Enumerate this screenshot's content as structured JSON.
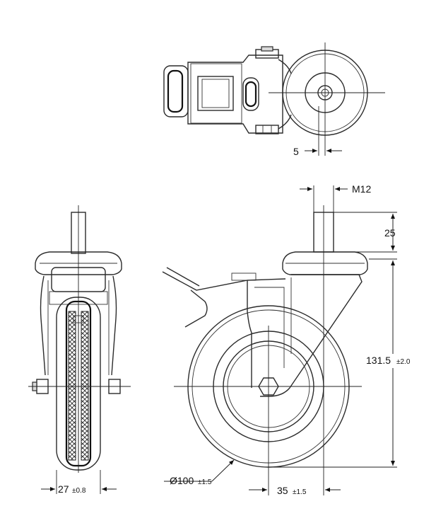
{
  "dimensions": {
    "bolt_offset": "5",
    "thread": "M12",
    "stem_length": "25",
    "height_main": "131.5",
    "height_tol": "±2.0",
    "wheel_diameter": "Ø100",
    "wheel_diameter_tol": "±1.5",
    "offset_main": "35",
    "offset_tol": "±1.5",
    "width_main": "27",
    "width_tol": "±0.8"
  }
}
